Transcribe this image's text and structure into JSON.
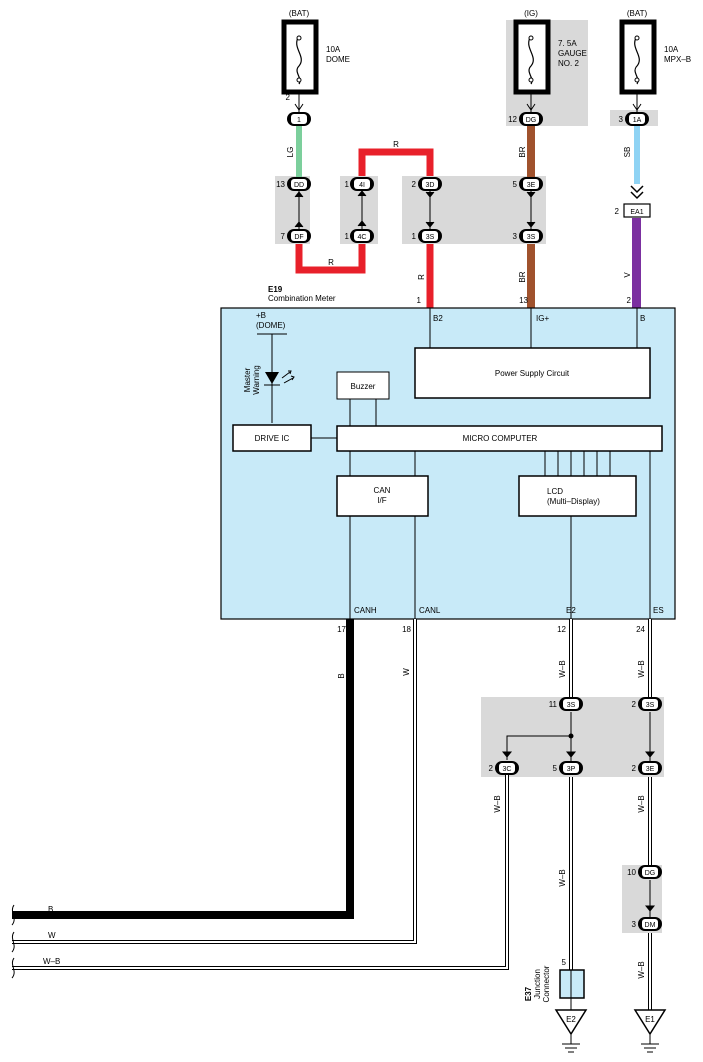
{
  "fuses": [
    {
      "source": "(BAT)",
      "amp": "10A",
      "name1": "DOME",
      "name2": "",
      "name3": "",
      "pin": "2"
    },
    {
      "source": "(IG)",
      "amp": "7. 5A",
      "name1": "GAUGE",
      "name2": "NO. 2",
      "name3": "",
      "pin": "12"
    },
    {
      "source": "(BAT)",
      "amp": "10A",
      "name1": "MPX–B",
      "name2": "",
      "name3": "",
      "pin": "3"
    }
  ],
  "connectors": {
    "c1": "1",
    "dg_top": "DG",
    "c1a": "1A",
    "dd": "DD",
    "df": "DF",
    "c4i": "4I",
    "c4c": "4C",
    "c3d": "3D",
    "c3s_a": "3S",
    "c3e_a": "3E",
    "c3s_b": "3S",
    "ea1": "EA1",
    "c3s_l": "3S",
    "c3s_r": "3S",
    "c3c": "3C",
    "c3p": "3P",
    "c3e_b": "3E",
    "dg_b": "DG",
    "dm": "DM"
  },
  "pins": {
    "dd": "13",
    "df": "7",
    "c4i": "1",
    "c4c": "1",
    "c3d": "2",
    "c3s_a": "1",
    "c3e_a": "5",
    "c3s_b": "3",
    "ea1": "2",
    "b2": "1",
    "igp": "13",
    "b": "2",
    "canh": "17",
    "canl": "18",
    "e2": "12",
    "es": "24",
    "c3s_l": "11",
    "c3s_r": "2",
    "c3c": "2",
    "c3p": "5",
    "c3e_b": "2",
    "dg_b": "10",
    "dm": "3",
    "e37": "5"
  },
  "wires": {
    "lg": "LG",
    "r_top": "R",
    "r_bottom": "R",
    "r_mid": "R",
    "br1": "BR",
    "br2": "BR",
    "sb": "SB",
    "v": "V",
    "b_vert": "B",
    "w_vert": "W",
    "wb1": "W–B",
    "wb2": "W–B",
    "wb3": "W–B",
    "wb4": "W–B",
    "wb5": "W–B",
    "wb6": "W–B",
    "b_left": "B",
    "w_left": "W",
    "wb_left": "W–B"
  },
  "meter": {
    "code": "E19",
    "name": "Combination Meter",
    "term_b2": "B2",
    "term_ig": "IG+",
    "term_b": "B",
    "term_canh": "CANH",
    "term_canl": "CANL",
    "term_e2": "E2",
    "term_es": "ES",
    "dome_label": "+B",
    "dome_sub": "(DOME)",
    "warning1": "Master",
    "warning2": "Warning",
    "buzzer": "Buzzer",
    "power": "Power Supply Circuit",
    "drive": "DRIVE IC",
    "micro": "MICRO COMPUTER",
    "can1": "CAN",
    "can2": "I/F",
    "lcd1": "LCD",
    "lcd2": "(Multi–Display)"
  },
  "junction": {
    "code": "E37",
    "name1": "Junction",
    "name2": "Connector"
  },
  "grounds": {
    "e2": "E2",
    "e1": "E1"
  },
  "colors": {
    "red": "#e8202a",
    "brown": "#a0522d",
    "light_green": "#7ccf9c",
    "sky_blue": "#8fd3f4",
    "violet": "#7b2fa0",
    "meter_fill": "#c8eaf8",
    "shade": "#d9d9d9"
  }
}
